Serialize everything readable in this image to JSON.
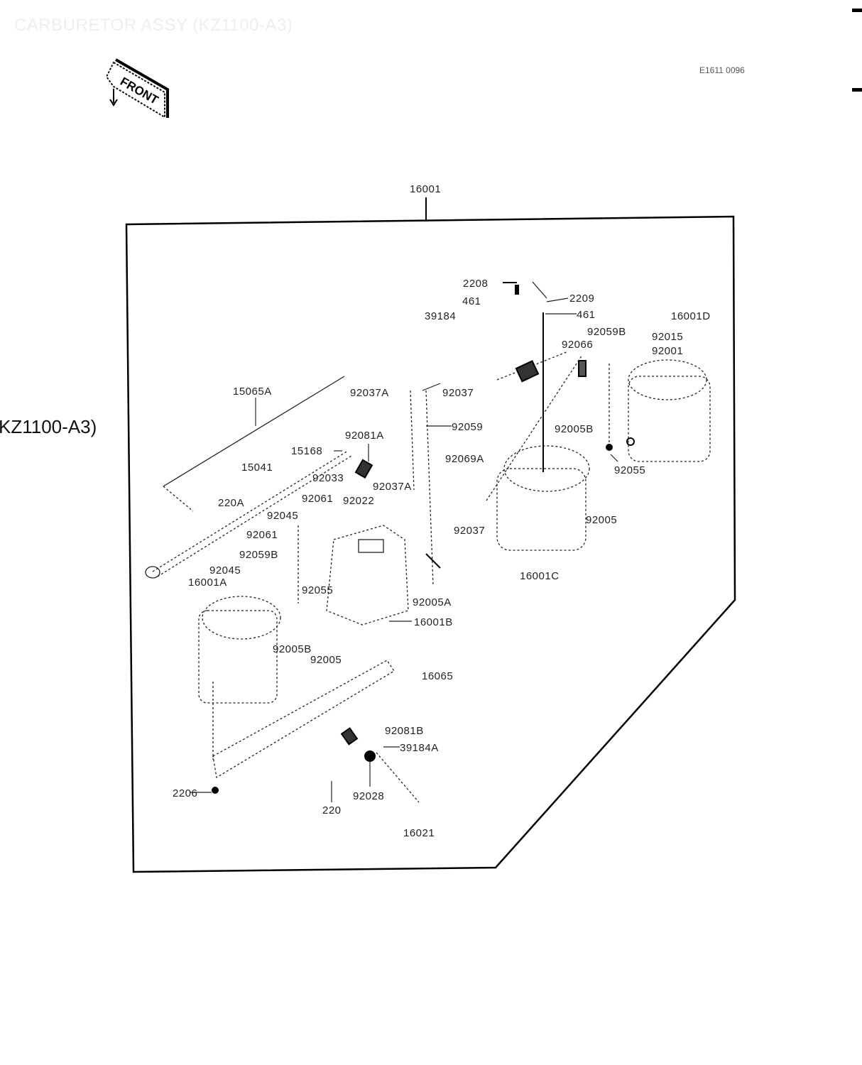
{
  "title": "CARBURETOR ASSY (KZ1100-A3)",
  "drawing_code": "E1611 0096",
  "model_label": "KZ1100-A3)",
  "front_badge": "FRONT",
  "part_labels": [
    "16001",
    "2208",
    "461",
    "39184",
    "2209",
    "461",
    "16001D",
    "92059B",
    "92015",
    "92066",
    "92001",
    "15065A",
    "92037A",
    "92037",
    "92059",
    "92081A",
    "15168",
    "92069A",
    "92005B",
    "92055",
    "15041",
    "92033",
    "92037A",
    "220A",
    "92061",
    "92022",
    "92005",
    "92045",
    "92037",
    "92061",
    "92059B",
    "16001C",
    "92045",
    "16001A",
    "92055",
    "92005A",
    "16001B",
    "92005B",
    "92005",
    "16065",
    "92081B",
    "39184A",
    "2206",
    "220",
    "92028",
    "16021"
  ]
}
